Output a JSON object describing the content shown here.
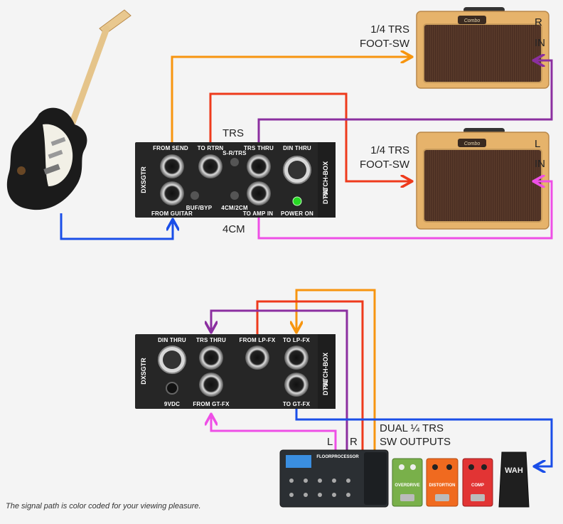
{
  "labels": {
    "amp1_trs": "1/4 TRS",
    "amp1_footsw": "FOOT-SW",
    "amp1_channel": "R",
    "amp1_in": "IN",
    "amp2_trs": "1/4 TRS",
    "amp2_footsw": "FOOT-SW",
    "amp2_channel": "L",
    "amp2_in": "IN",
    "trs": "TRS",
    "4cm": "4CM",
    "dual_trs": "DUAL ¼ TRS",
    "sw_outputs": "SW OUTPUTS",
    "fx_l": "L",
    "fx_r": "R"
  },
  "box1": {
    "from_send": "FROM SEND",
    "to_rtrn": "TO RTRN",
    "sr_trs": "S-R/TRS",
    "trs_thru": "TRS THRU",
    "din_thru": "DIN THRU",
    "buf_byp": "BUF/BYP",
    "4cm_2cm": "4CM/2CM",
    "from_guitar": "FROM GUITAR",
    "to_amp_in": "TO AMP IN",
    "power_on": "POWER ON",
    "brand": "DXSGTR",
    "model": "DT51",
    "product": "PATCH-BOX"
  },
  "box2": {
    "din_thru": "DIN THRU",
    "trs_thru": "TRS THRU",
    "from_lp_fx": "FROM LP-FX",
    "to_lp_fx": "TO LP-FX",
    "vdc": "9VDC",
    "from_gt_fx": "FROM GT-FX",
    "to_gt_fx": "TO GT-FX",
    "brand": "DXSGTR",
    "model": "DT51",
    "product": "PATCH-BOX"
  },
  "amps": {
    "badge": "Combo"
  },
  "pedals": {
    "floor": "FLOORPROCESSOR",
    "overdrive": "OVERDRIVE",
    "distortion": "DISTORTION",
    "comp": "COMP",
    "wah": "WAH"
  },
  "caption": "The signal path is color coded for your viewing pleasure.",
  "colors": {
    "orange": "#f7950f",
    "red": "#ee3a1c",
    "purple": "#8b2fa0",
    "magenta": "#ee4fe6",
    "blue": "#1a4ee8",
    "box": "#262626",
    "amp_tolex": "#e7b36c",
    "grille": "#57382a"
  }
}
